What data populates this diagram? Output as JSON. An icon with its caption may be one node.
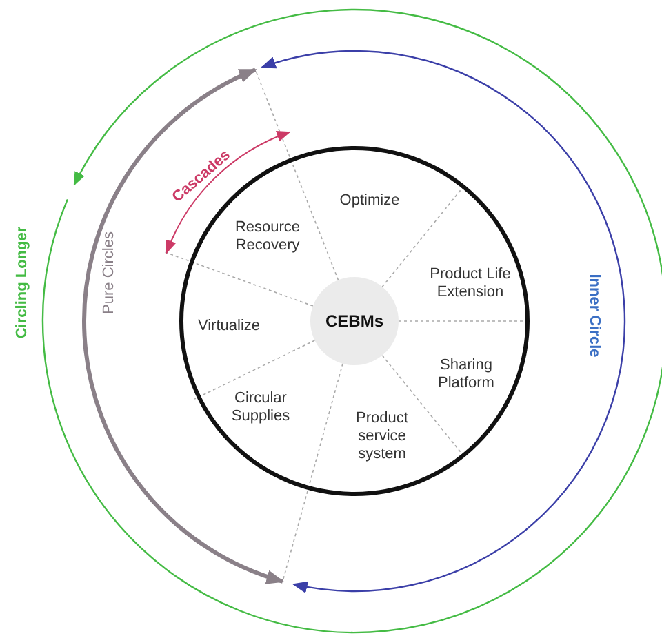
{
  "diagram": {
    "nodes": [
      {
        "text": [],
        "shape": "circle"
      },
      {
        "text": [
          "Optimize"
        ],
        "in": 0
      },
      {
        "text": [
          "Resource Recovery"
        ],
        "in": 0
      },
      {
        "text": [
          "Product Life Extension"
        ],
        "in": 0
      },
      {
        "text": [
          "Virtualize"
        ],
        "in": 0
      },
      {
        "text": [
          "CEBMs"
        ],
        "in": 0
      },
      {
        "text": [
          "Sharing Platform"
        ],
        "in": 0
      },
      {
        "text": [
          "Circular Supplies"
        ],
        "in": 0
      },
      {
        "text": [
          "Product service system"
        ],
        "in": 0
      }
    ],
    "labels": [
      "Cascades",
      "Circling Longer",
      "Pure Circles",
      "Inner Circle"
    ]
  }
}
